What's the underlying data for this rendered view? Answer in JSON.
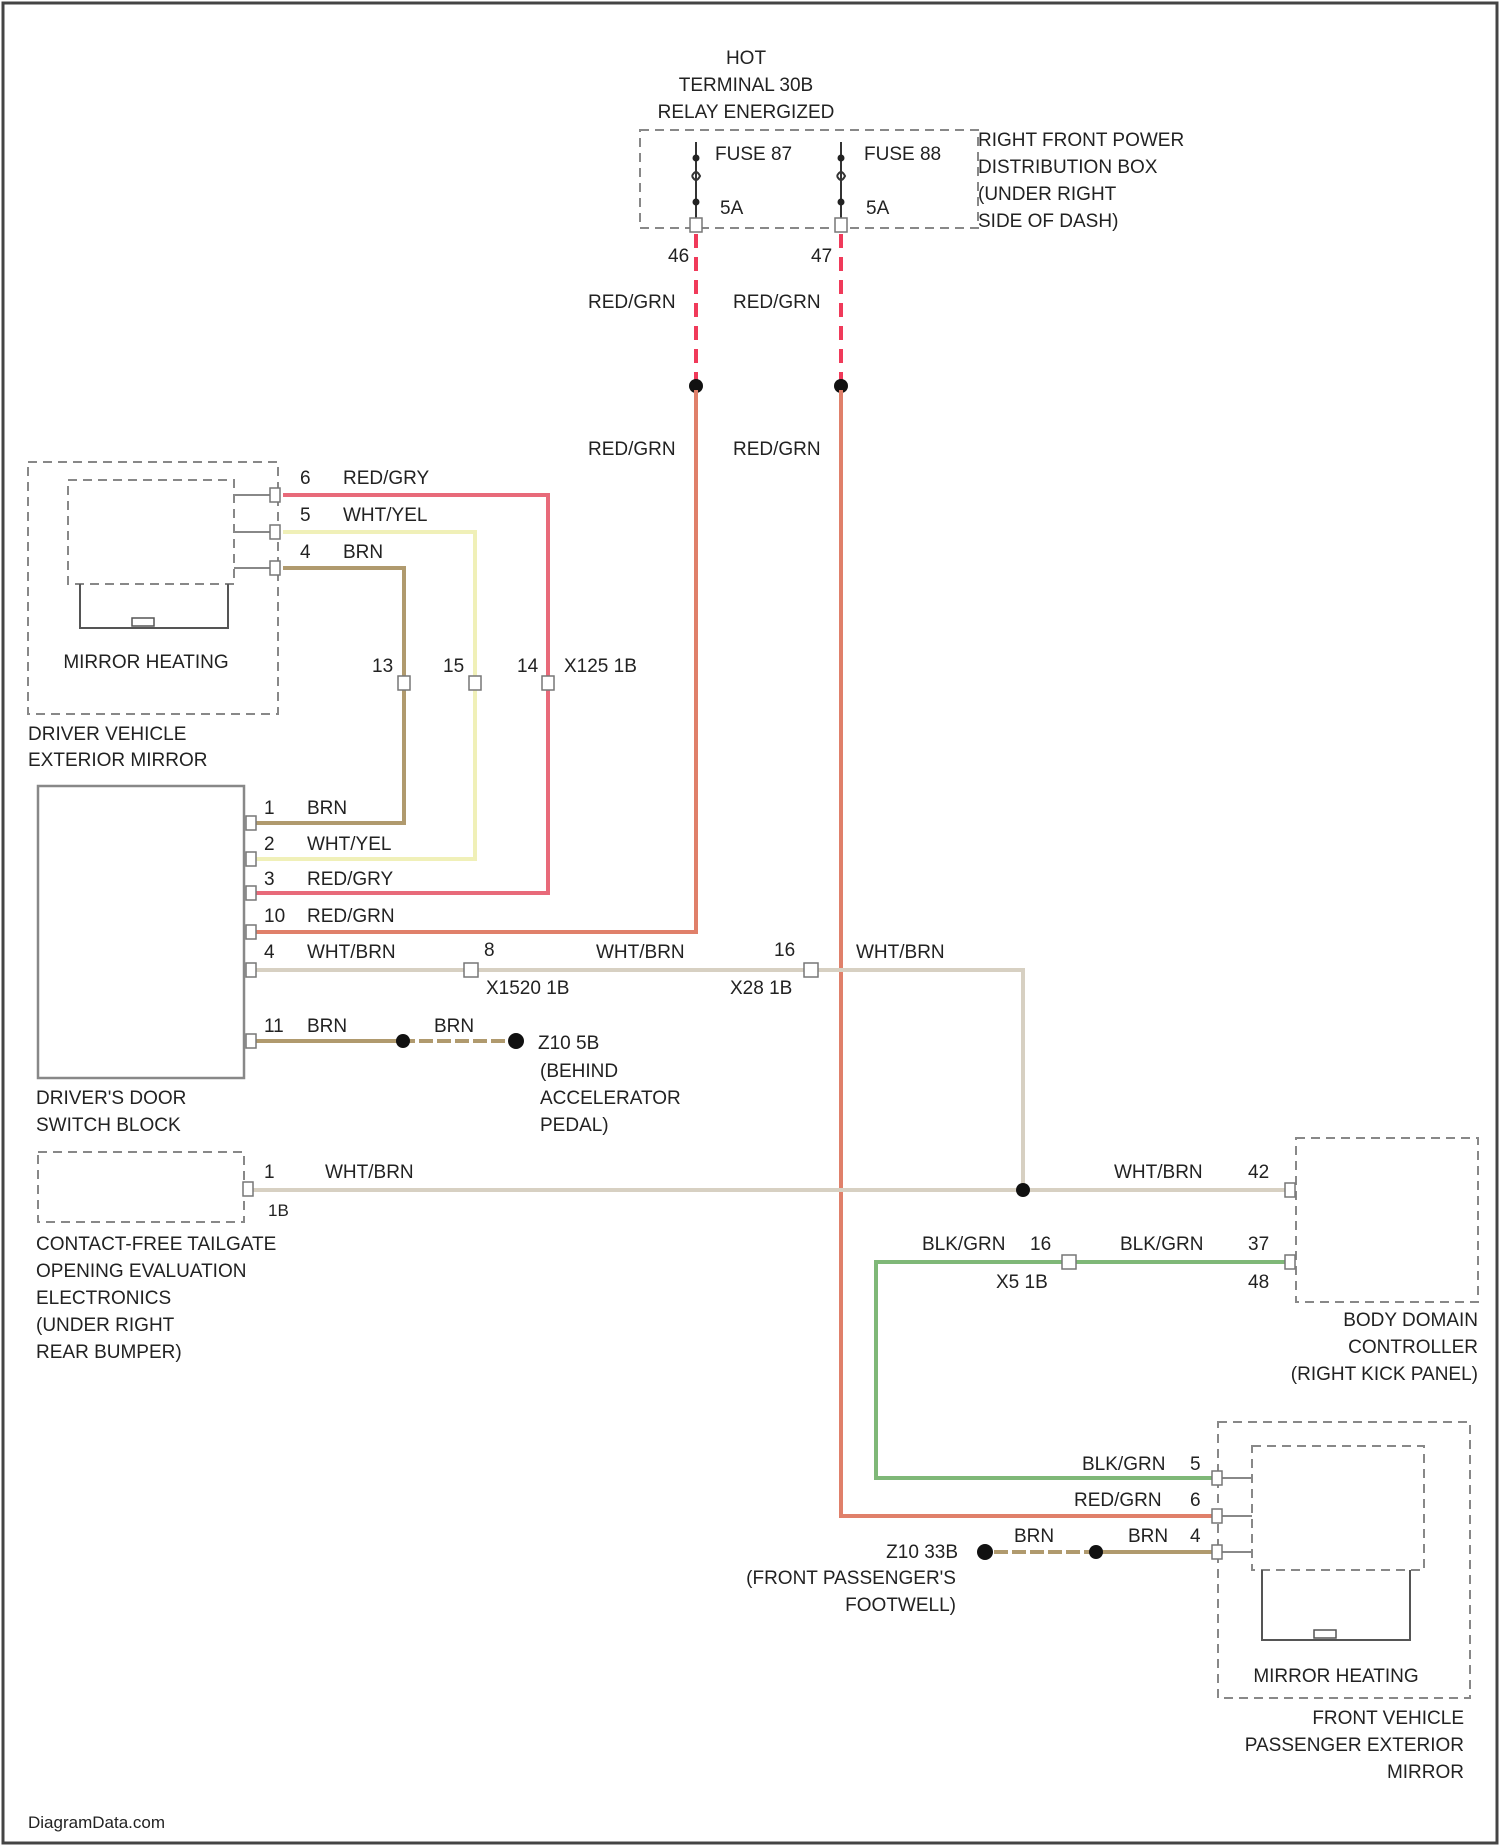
{
  "colors": {
    "red_grn": "#e0806a",
    "red_gry": "#e86a7a",
    "wht_yel": "#f0f0b8",
    "brn": "#b09a6e",
    "wht_brn": "#d7d0c2",
    "blk_grn": "#7fb878",
    "fuse_red_dash": "#f03a5a"
  },
  "power": {
    "hot_line1": "HOT",
    "hot_line2": "TERMINAL 30B",
    "hot_line3": "RELAY ENERGIZED",
    "fuse1_label": "FUSE 87",
    "fuse1_rating": "5A",
    "fuse1_pin": "46",
    "fuse2_label": "FUSE 88",
    "fuse2_rating": "5A",
    "fuse2_pin": "47",
    "box_line1": "RIGHT FRONT POWER",
    "box_line2": "DISTRIBUTION BOX",
    "box_line3": "(UNDER RIGHT",
    "box_line4": "SIDE OF DASH)",
    "wire_top_left": "RED/GRN",
    "wire_top_right": "RED/GRN",
    "wire_mid_left": "RED/GRN",
    "wire_mid_right": "RED/GRN"
  },
  "driver_mirror": {
    "pin_6": "6",
    "wire_6": "RED/GRY",
    "pin_5": "5",
    "wire_5": "WHT/YEL",
    "pin_4": "4",
    "wire_4": "BRN",
    "heating": "MIRROR HEATING",
    "name1": "DRIVER VEHICLE",
    "name2": "EXTERIOR MIRROR",
    "conn_pin_13": "13",
    "conn_pin_15": "15",
    "conn_pin_14": "14",
    "connector": "X125 1B"
  },
  "switch_block": {
    "pin_1": "1",
    "wire_1": "BRN",
    "pin_2": "2",
    "wire_2": "WHT/YEL",
    "pin_3": "3",
    "wire_3": "RED/GRY",
    "pin_10": "10",
    "wire_10": "RED/GRN",
    "pin_4": "4",
    "wire_4": "WHT/BRN",
    "pin_11": "11",
    "wire_11": "BRN",
    "name1": "DRIVER'S DOOR",
    "name2": "SWITCH BLOCK",
    "conn1_pin": "8",
    "conn1_wire": "WHT/BRN",
    "conn1_name": "X1520 1B",
    "conn2_pin": "16",
    "conn2_wire": "WHT/BRN",
    "conn2_name": "X28 1B",
    "ground_wire": "BRN",
    "ground_name": "Z10 5B",
    "ground_loc1": "(BEHIND",
    "ground_loc2": "ACCELERATOR",
    "ground_loc3": "PEDAL)"
  },
  "tailgate": {
    "pin": "1",
    "conn": "1B",
    "wire": "WHT/BRN",
    "name1": "CONTACT-FREE TAILGATE",
    "name2": "OPENING EVALUATION",
    "name3": "ELECTRONICS",
    "name4": "(UNDER RIGHT",
    "name5": "REAR BUMPER)"
  },
  "bdc": {
    "wire_42": "WHT/BRN",
    "pin_42": "42",
    "wire_left_blkgrn": "BLK/GRN",
    "conn_pin": "16",
    "conn_name": "X5 1B",
    "wire_37": "BLK/GRN",
    "pin_37": "37",
    "pin_48": "48",
    "name1": "BODY DOMAIN",
    "name2": "CONTROLLER",
    "name3": "(RIGHT KICK PANEL)"
  },
  "passenger_mirror": {
    "wire_5": "BLK/GRN",
    "pin_5": "5",
    "wire_6": "RED/GRN",
    "pin_6": "6",
    "wire_4a": "BRN",
    "wire_4b": "BRN",
    "pin_4": "4",
    "ground_name": "Z10 33B",
    "ground_loc1": "(FRONT PASSENGER'S",
    "ground_loc2": "FOOTWELL)",
    "heating": "MIRROR HEATING",
    "name1": "FRONT VEHICLE",
    "name2": "PASSENGER EXTERIOR",
    "name3": "MIRROR"
  },
  "watermark": "DiagramData.com"
}
